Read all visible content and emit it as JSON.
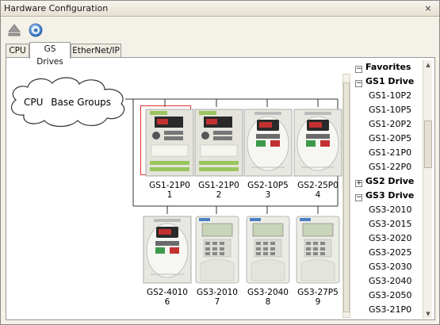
{
  "window": {
    "title": "Hardware Configuration",
    "close_glyph": "×"
  },
  "toolbar": {
    "eject_icon": "eject-icon",
    "help_icon": "help-icon"
  },
  "tabs": [
    {
      "label": "CPU",
      "active": false
    },
    {
      "label": "GS Drives",
      "active": true
    },
    {
      "label": "EtherNet/IP",
      "active": false
    }
  ],
  "cloud": {
    "label_a": "CPU",
    "label_b": "Base Groups"
  },
  "drives": [
    {
      "model": "GS1-21P0",
      "slot": "1",
      "type": "gs1",
      "selected": true
    },
    {
      "model": "GS1-21P0",
      "slot": "2",
      "type": "gs1",
      "selected": false
    },
    {
      "model": "GS2-10P5",
      "slot": "3",
      "type": "gs2",
      "selected": false
    },
    {
      "model": "GS2-25P0",
      "slot": "4",
      "type": "gs2",
      "selected": false
    },
    {
      "model": "GS2-4010",
      "slot": "6",
      "type": "gs2",
      "selected": false
    },
    {
      "model": "GS3-2010",
      "slot": "7",
      "type": "gs3",
      "selected": false
    },
    {
      "model": "GS3-2040",
      "slot": "8",
      "type": "gs3",
      "selected": false
    },
    {
      "model": "GS3-27P5",
      "slot": "9",
      "type": "gs3",
      "selected": false
    }
  ],
  "tree": {
    "groups": [
      {
        "label": "Favorites",
        "expanded": true,
        "items": []
      },
      {
        "label": "GS1 Drive",
        "expanded": true,
        "items": [
          "GS1-10P2",
          "GS1-10P5",
          "GS1-20P2",
          "GS1-20P5",
          "GS1-21P0",
          "GS1-22P0"
        ]
      },
      {
        "label": "GS2 Drive",
        "expanded": false,
        "items": []
      },
      {
        "label": "GS3 Drive",
        "expanded": true,
        "items": [
          "GS3-2010",
          "GS3-2015",
          "GS3-2020",
          "GS3-2025",
          "GS3-2030",
          "GS3-2040",
          "GS3-2050",
          "GS3-21P0"
        ]
      }
    ],
    "expand_glyph": "+",
    "collapse_glyph": "−"
  },
  "scrollbar": {
    "up_glyph": "▲",
    "down_glyph": "▼"
  }
}
